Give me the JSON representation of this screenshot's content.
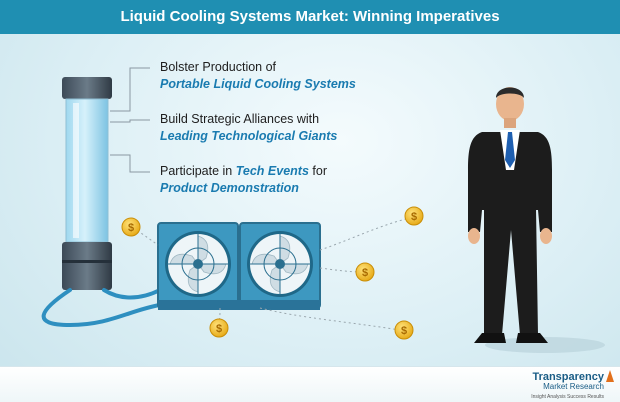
{
  "title": "Liquid Cooling Systems Market: Winning Imperatives",
  "bullets": [
    {
      "line1": "Bolster Production of",
      "line2": "Portable Liquid Cooling Systems"
    },
    {
      "line1": "Build Strategic Alliances with",
      "line2": "Leading Technological Giants"
    },
    {
      "line1_pre": "Participate in ",
      "line1_em": "Tech Events",
      "line1_post": " for",
      "line2": "Product Demonstration"
    }
  ],
  "coin_symbol": "$",
  "logo": {
    "line1": "Transparency",
    "line2": "Market Research",
    "line3": "Insight Analysis Success Results"
  },
  "colors": {
    "header": "#1f8fb2",
    "accent_text": "#1a7bb0",
    "fan_body": "#3d98c0",
    "suit": "#1c1c1c",
    "tie": "#1f5fb0"
  }
}
